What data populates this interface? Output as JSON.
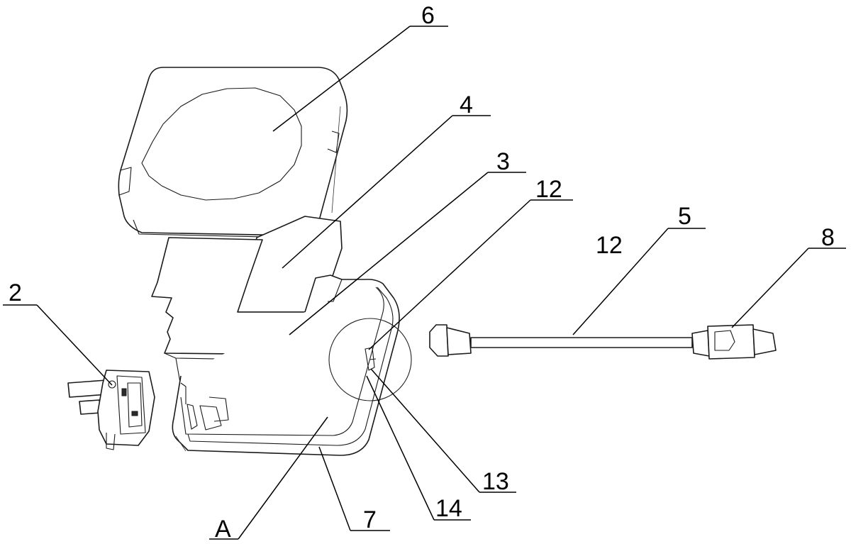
{
  "callouts": [
    {
      "id": "c6",
      "label": "6"
    },
    {
      "id": "c4",
      "label": "4"
    },
    {
      "id": "c3",
      "label": "3"
    },
    {
      "id": "c12a",
      "label": "12"
    },
    {
      "id": "c5",
      "label": "5"
    },
    {
      "id": "c12b",
      "label": "12"
    },
    {
      "id": "c8",
      "label": "8"
    },
    {
      "id": "c2",
      "label": "2"
    },
    {
      "id": "c13",
      "label": "13"
    },
    {
      "id": "c14",
      "label": "14"
    },
    {
      "id": "c7",
      "label": "7"
    },
    {
      "id": "cA",
      "label": "A"
    }
  ],
  "parts": {
    "cover": "6",
    "inner_board": "4",
    "outer_board": "3",
    "cable": "5",
    "connector": "8",
    "plug": "2",
    "housing": "7",
    "detail_circle": "A"
  }
}
